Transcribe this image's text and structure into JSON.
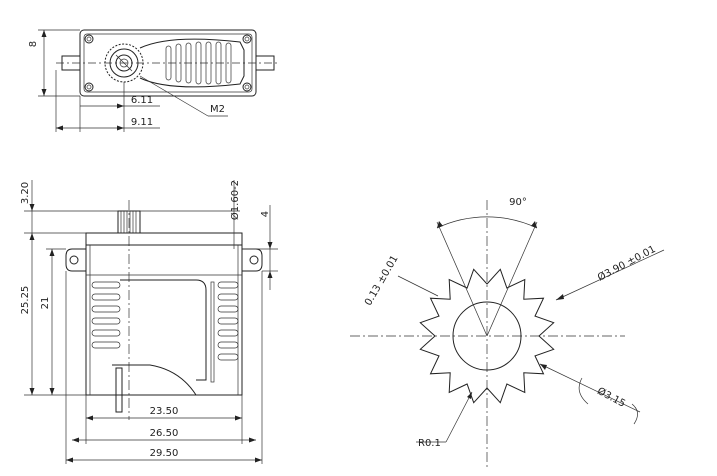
{
  "top_view": {
    "dim_height": "8",
    "dim_shaft_offset": "6.11",
    "dim_body_offset": "9.11",
    "label_thread": "M2"
  },
  "side_view": {
    "dim_top_gear": "3.20",
    "dim_spline_dia": "Ø1.60-2",
    "dim_flange": "4",
    "dim_total_height": "25.25",
    "dim_body_height": "21",
    "dim_body_width": "23.50",
    "dim_flange_width": "26.50",
    "dim_total_width": "29.50"
  },
  "spline_view": {
    "angle": "90°",
    "tolerance_tooth": "0.13 ±0.01",
    "outer_dia": "Ø3.90 ±0.01",
    "inner_dia": "Ø3.15",
    "radius": "R0.1"
  }
}
